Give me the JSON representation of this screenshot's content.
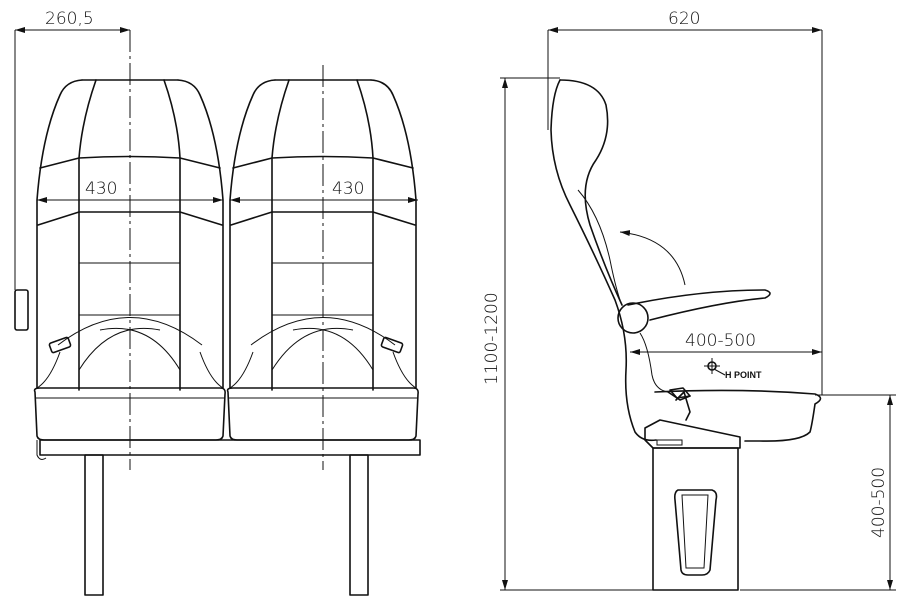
{
  "front_view": {
    "offset_dimension": "260,5",
    "seat_width_left": "430",
    "seat_width_right": "430"
  },
  "side_view": {
    "depth_dimension": "620",
    "height_dimension": "1100-1200",
    "hpoint_distance": "400-500",
    "seat_height": "400-500",
    "hpoint_label": "H POINT"
  }
}
